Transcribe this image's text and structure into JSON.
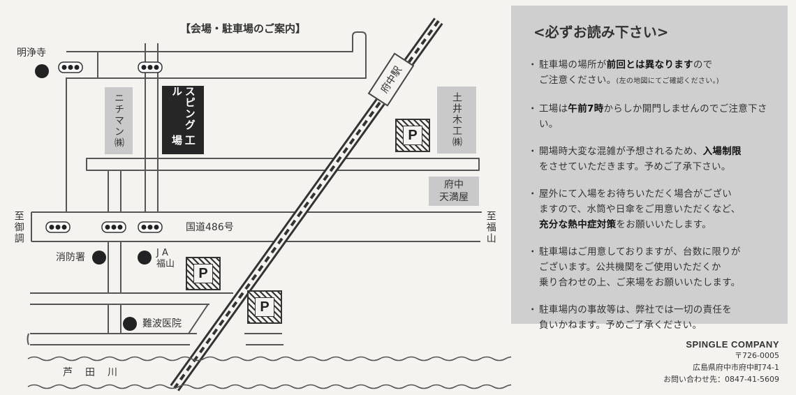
{
  "map": {
    "title": "【会場・駐車場のご案内】",
    "labels": {
      "myojoji": "明浄寺",
      "nichiman": "ニチマン㈱",
      "spingle_factory_line1": "スピングル",
      "spingle_factory_line2": "工場",
      "station": "府中駅",
      "tsuchii": "土井木工㈱",
      "tenmaya_line1": "府中",
      "tenmaya_line2": "天満屋",
      "to_miyuki": "至御調",
      "to_fukuyama": "至福山",
      "route": "国道486号",
      "fire_station": "消防署",
      "ja_line1": "J A",
      "ja_line2": "福山",
      "hospital": "難波医院",
      "river": "芦　田　川"
    },
    "parking_label": "P",
    "colors": {
      "road": "#444444",
      "building_gray": "#c9c9c9",
      "factory": "#262626"
    },
    "icons": [
      "traffic-light-icon",
      "location-dot-icon",
      "parking-icon",
      "railway-icon",
      "river-wave-icon"
    ]
  },
  "notice": {
    "title": "<必ずお読み下さい>",
    "items": [
      {
        "line1_pre": "駐車場の場所が",
        "line1_bold": "前回とは異なります",
        "line1_post": "ので",
        "line2": "ご注意ください。",
        "line2_small": "(左の地図にてご確認ください。)"
      },
      {
        "pre": "工場は",
        "bold": "午前7時",
        "post": "からしか開門しませんのでご注意下さい。"
      },
      {
        "line1_pre": "開場時大変な混雑が予想されるため、",
        "line1_bold": "入場制限",
        "line2": "をさせていただきます。予めご了承下さい。"
      },
      {
        "line1": "屋外にて入場をお待ちいただく場合がござい",
        "line2": "ますので、水筒や日傘をご用意いただくなど、",
        "line3_bold": "充分な熱中症対策",
        "line3_post": "をお願いいたします。"
      },
      {
        "line1": "駐車場はご用意しておりますが、台数に限りが",
        "line2": "ございます。公共機関をご使用いただくか",
        "line3": "乗り合わせの上、ご来場をお願いいたします。"
      },
      {
        "line1": "駐車場内の事故等は、弊社では一切の責任を",
        "line2": "負いかねます。予めご了承ください。"
      }
    ]
  },
  "company": {
    "name": "SPINGLE COMPANY",
    "postal": "〒726-0005",
    "address": "広島県府中市府中町74-1",
    "contact": "お問い合わせ先：0847-41-5609"
  }
}
